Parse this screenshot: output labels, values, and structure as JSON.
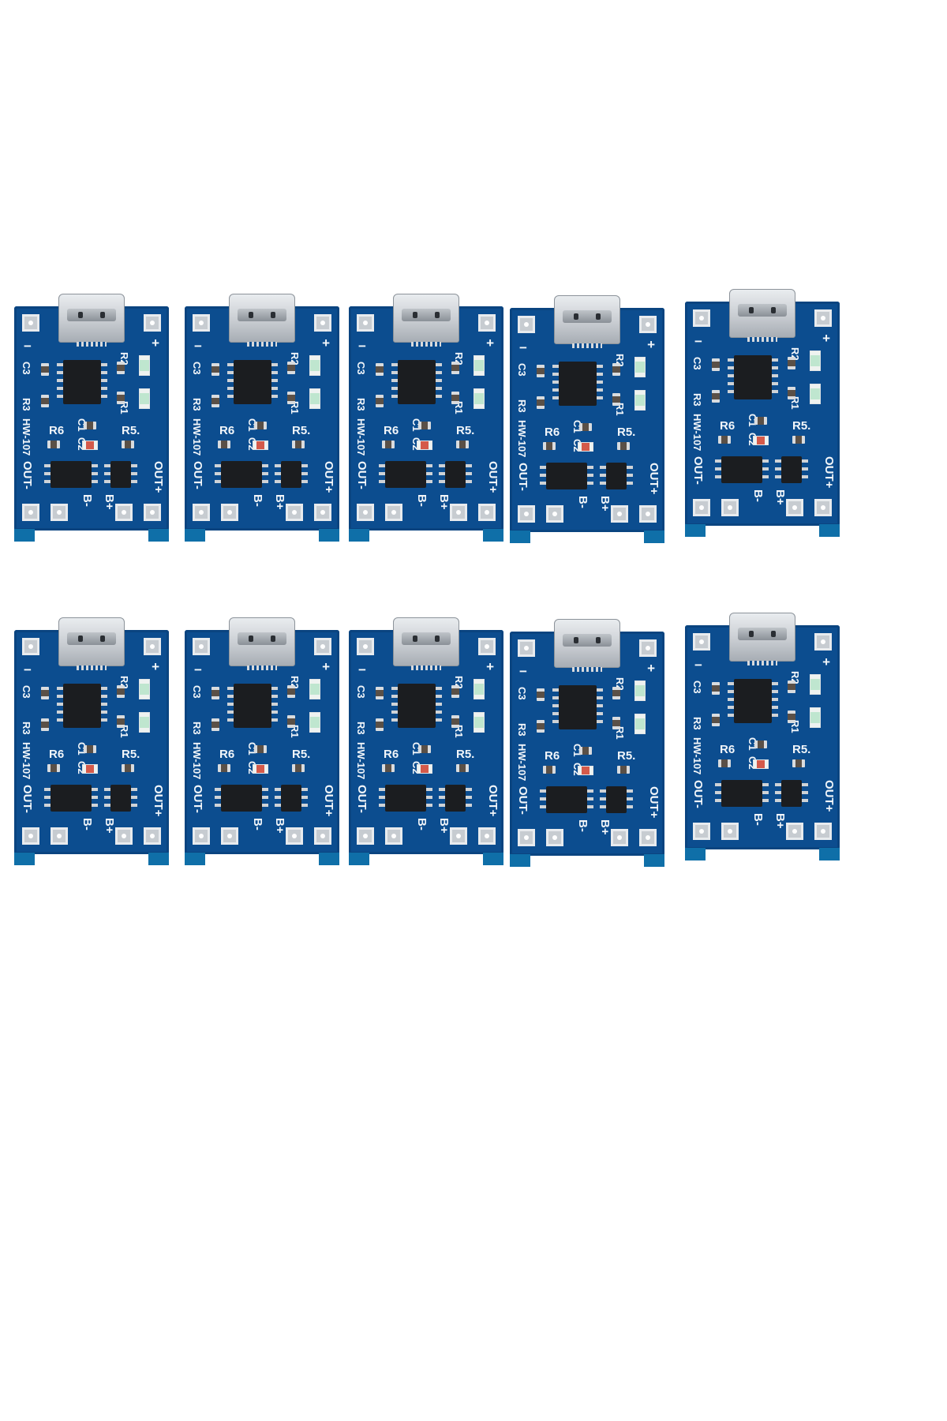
{
  "product": {
    "board_count": 10,
    "label_minus": "−",
    "label_plus": "+",
    "label_c3": "C3",
    "label_r3": "R3",
    "label_model": "HW-107",
    "label_r2": "R2",
    "label_r1": "R1",
    "label_r6": "R6",
    "label_c1": "C1",
    "label_c2": "C2",
    "label_r5": "R5.",
    "label_out_minus": "OUT-",
    "label_out_plus": "OUT+",
    "label_b_minus": "B-",
    "label_b_plus": "B+"
  },
  "colors": {
    "pcb": "#0c4d8f",
    "pad": "#c7ccd1",
    "silkscreen": "#f2f6fa",
    "background": "#ffffff"
  }
}
